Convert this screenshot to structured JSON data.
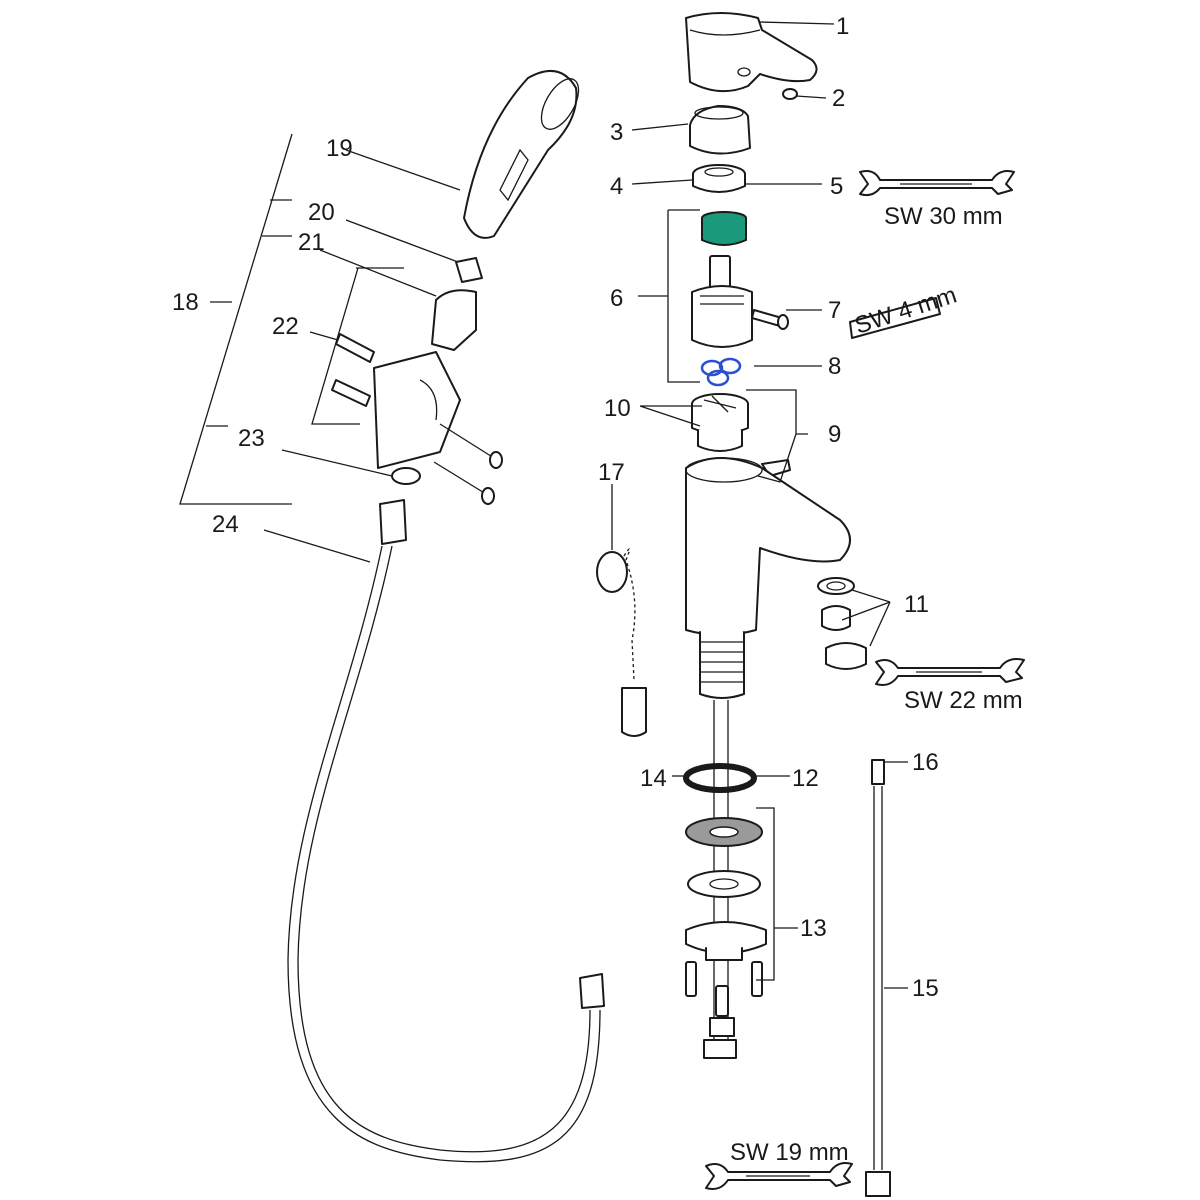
{
  "parts": [
    {
      "id": "1"
    },
    {
      "id": "2"
    },
    {
      "id": "3"
    },
    {
      "id": "4"
    },
    {
      "id": "5"
    },
    {
      "id": "6"
    },
    {
      "id": "7"
    },
    {
      "id": "8"
    },
    {
      "id": "9"
    },
    {
      "id": "10"
    },
    {
      "id": "11"
    },
    {
      "id": "12"
    },
    {
      "id": "13"
    },
    {
      "id": "14"
    },
    {
      "id": "15"
    },
    {
      "id": "16"
    },
    {
      "id": "17"
    },
    {
      "id": "18"
    },
    {
      "id": "19"
    },
    {
      "id": "20"
    },
    {
      "id": "21"
    },
    {
      "id": "22"
    },
    {
      "id": "23"
    },
    {
      "id": "24"
    }
  ],
  "tools": {
    "wrench_30": "SW 30 mm",
    "hex_key_4": "SW 4 mm",
    "wrench_22": "SW 22 mm",
    "wrench_19": "SW 19 mm"
  },
  "colors": {
    "cartridge_filter": "#1a9a7a",
    "o_rings": "#2a4fd0",
    "line": "#1a1a1a"
  }
}
